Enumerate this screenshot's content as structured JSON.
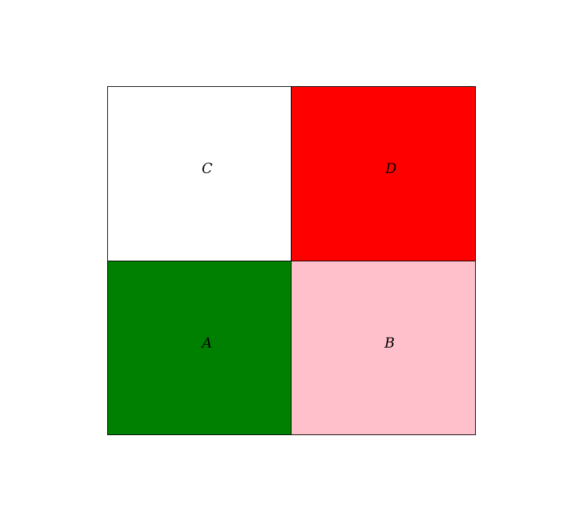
{
  "cells": [
    {
      "id": "C",
      "label": "C",
      "color": "#ffffff"
    },
    {
      "id": "D",
      "label": "D",
      "color": "#ff0000"
    },
    {
      "id": "A",
      "label": "A",
      "color": "#008000"
    },
    {
      "id": "B",
      "label": "B",
      "color": "#ffc0cb"
    }
  ]
}
